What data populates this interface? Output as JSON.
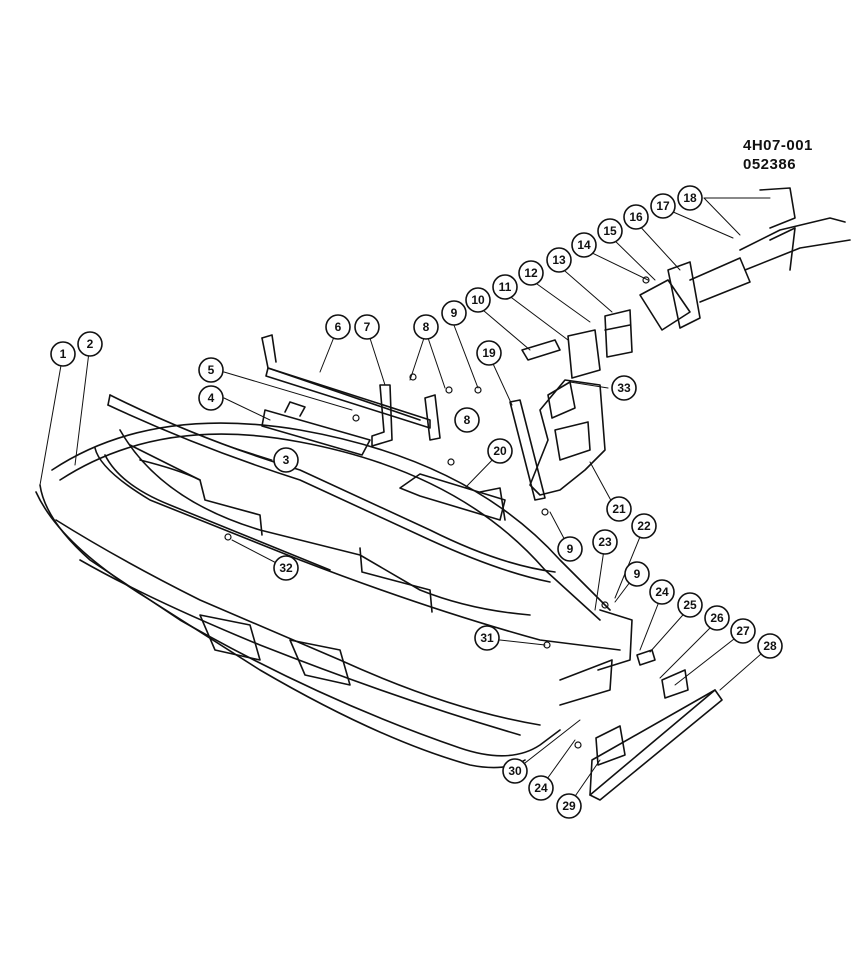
{
  "diagram": {
    "codes": [
      "4H07-001",
      "052386"
    ],
    "colors": {
      "ink": "#111111",
      "paper": "#ffffff"
    },
    "callouts": [
      "1",
      "2",
      "3",
      "4",
      "5",
      "6",
      "7",
      "8",
      "8",
      "9",
      "9",
      "9",
      "10",
      "11",
      "12",
      "13",
      "14",
      "15",
      "16",
      "17",
      "18",
      "19",
      "20",
      "21",
      "22",
      "23",
      "24",
      "24",
      "25",
      "26",
      "27",
      "28",
      "29",
      "30",
      "31",
      "32",
      "33"
    ]
  }
}
